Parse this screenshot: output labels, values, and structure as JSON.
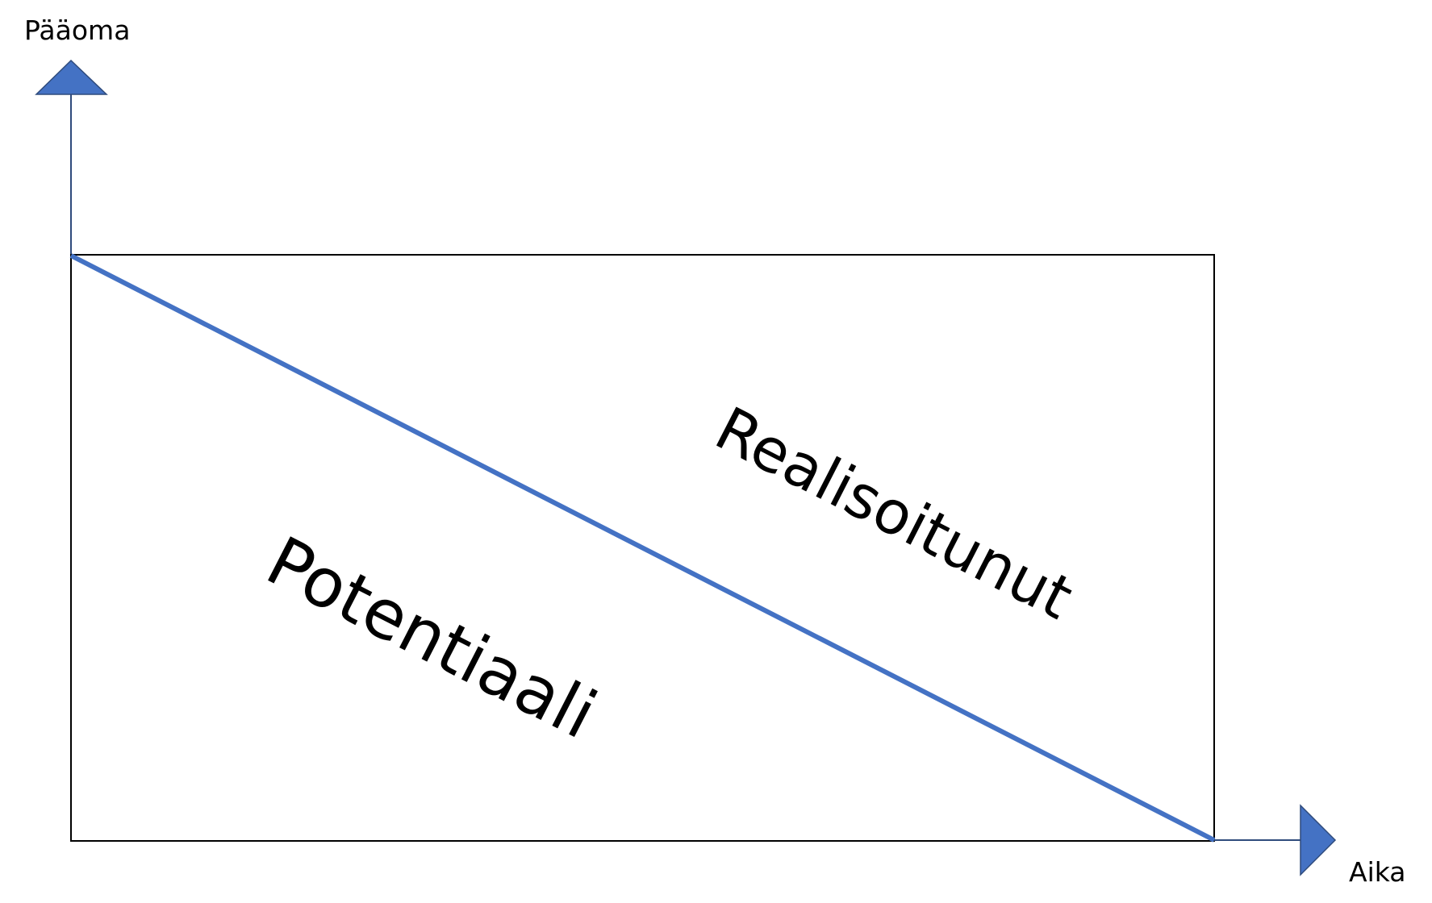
{
  "diagram": {
    "y_axis_label": "Pääoma",
    "x_axis_label": "Aika",
    "region_upper_label": "Realisoitunut",
    "region_lower_label": "Potentiaali",
    "colors": {
      "accent": "#4472C4",
      "outline": "#000000",
      "arrow_border": "#2F4B7C"
    }
  }
}
